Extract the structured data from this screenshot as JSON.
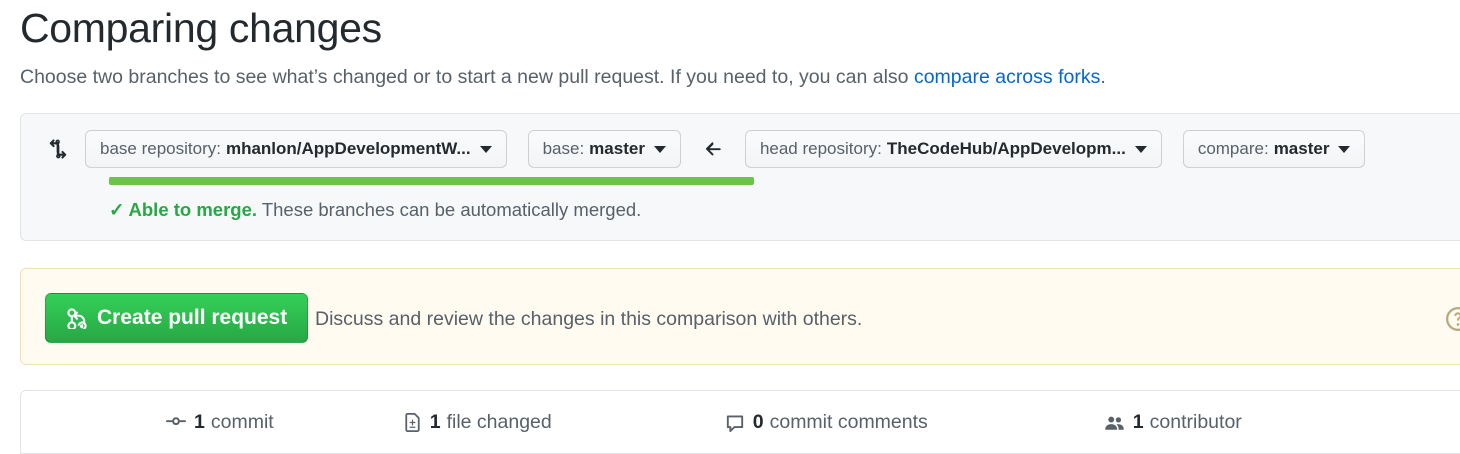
{
  "header": {
    "title": "Comparing changes",
    "subtitle_before": "Choose two branches to see what’s changed or to start a new pull request. If you need to, you can also ",
    "subtitle_link": "compare across forks",
    "subtitle_after": "."
  },
  "compare": {
    "compare_icon": "git-compare-icon",
    "arrow_icon": "arrow-left-icon",
    "base_repository": {
      "label": "base repository:",
      "value": "mhanlon/AppDevelopmentW...",
      "caret": "chevron-down-icon"
    },
    "base_branch": {
      "label": "base:",
      "value": "master",
      "caret": "chevron-down-icon"
    },
    "head_repository": {
      "label": "head repository:",
      "value": "TheCodeHub/AppDevelopm...",
      "caret": "chevron-down-icon"
    },
    "compare_branch": {
      "label": "compare:",
      "value": "master",
      "caret": "chevron-down-icon"
    },
    "merge_status": {
      "check": "✓",
      "headline": "Able to merge.",
      "detail": "These branches can be automatically merged.",
      "bar_color": "#6cc24a",
      "text_color": "#28a745"
    }
  },
  "banner": {
    "button_label": "Create pull request",
    "button_icon": "git-pull-request-icon",
    "button_color": "#28a745",
    "description": "Discuss and review the changes in this comparison with others.",
    "help_icon": "question-circle-icon",
    "background": "#fffbf0"
  },
  "stats": [
    {
      "icon": "git-commit-icon",
      "count": "1",
      "label": "commit"
    },
    {
      "icon": "file-diff-icon",
      "count": "1",
      "label": "file changed"
    },
    {
      "icon": "comment-icon",
      "count": "0",
      "label": "commit comments"
    },
    {
      "icon": "people-icon",
      "count": "1",
      "label": "contributor"
    }
  ]
}
